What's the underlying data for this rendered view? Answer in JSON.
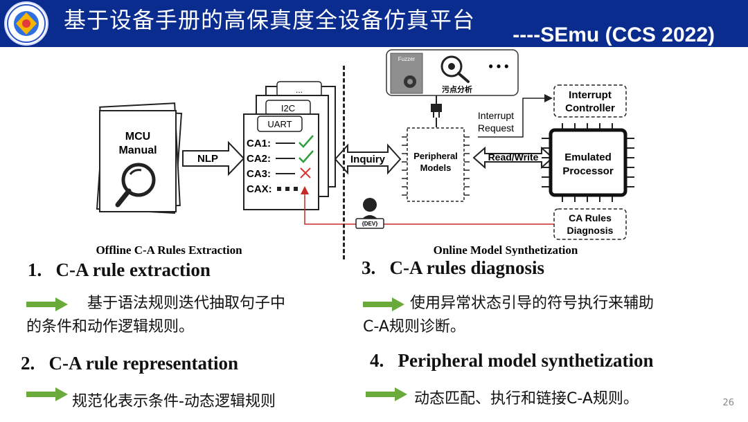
{
  "slide": {
    "title": "基于设备手册的高保真度全设备仿真平台",
    "subtitle": "----SEmu (CCS 2022)",
    "page_number": "26"
  },
  "diagram": {
    "manual_line1": "MCU",
    "manual_line2": "Manual",
    "nlp_label": "NLP",
    "doc_ellipsis": "...",
    "doc_i2c": "I2C",
    "doc_uart": "UART",
    "ca1": "CA1:",
    "ca2": "CA2:",
    "ca3": "CA3:",
    "cax": "CAX:",
    "inquiry_label": "Inquiry",
    "fuzzer_label": "Fuzzer",
    "taint_label": "污点分析",
    "tools_ellipsis": "• • •",
    "interrupt_request_line1": "Interrupt",
    "interrupt_request_line2": "Request",
    "interrupt_controller_line1": "Interrupt",
    "interrupt_controller_line2": "Controller",
    "peripheral_line1": "Peripheral",
    "peripheral_line2": "Models",
    "readwrite_label": "Read/Write",
    "processor_line1": "Emulated",
    "processor_line2": "Processor",
    "ca_diag_line1": "CA Rules",
    "ca_diag_line2": "Diagnosis",
    "dev_label": "{DEV}",
    "offline_caption": "Offline C-A Rules Extraction",
    "online_caption": "Online Model Synthetization",
    "colors": {
      "check": "#2e9e3e",
      "cross": "#d93030",
      "feedback": "#c62828",
      "arrow": "#6aaa3a"
    }
  },
  "points": [
    {
      "number": "1.",
      "title": "C-A rule extraction",
      "desc_line1": "基于语法规则迭代抽取句子中",
      "desc_line2": "的条件和动作逻辑规则。"
    },
    {
      "number": "2.",
      "title": "C-A rule representation",
      "desc_line1": "规范化表示条件-动态逻辑规则"
    },
    {
      "number": "3.",
      "title": "C-A rules diagnosis",
      "desc_line1": "使用异常状态引导的符号执行来辅助",
      "desc_line2": "C-A规则诊断。"
    },
    {
      "number": "4.",
      "title": "Peripheral model synthetization",
      "desc_line1": "动态匹配、执行和链接C-A规则。"
    }
  ]
}
